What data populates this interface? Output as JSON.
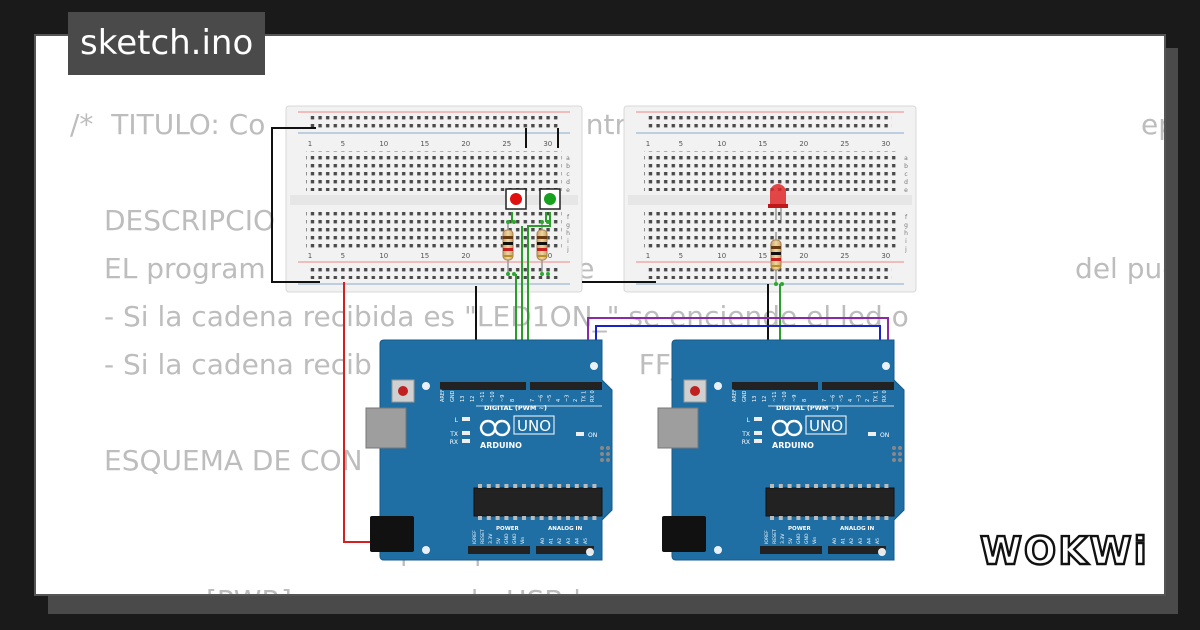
{
  "file_tab": {
    "name": "sketch.ino"
  },
  "code_lines": [
    "/*  TITULO: Co                                    ntre                                                        eptor_serie_RX",
    "DESCRIPCIO",
    "EL program                                 de                                                      del puerto ser",
    "- Si la cadena recibida es \"LED1ON_\" se enciende el led o",
    "- Si la cadena recib                              FF_\" s",
    "ESQUEMA DE CON",
    "+-----+",
    "[PWR]                    |   USB |"
  ],
  "breadboard_numbers": [
    "1",
    "5",
    "10",
    "15",
    "20",
    "25",
    "30"
  ],
  "breadboard_rows": [
    "a",
    "b",
    "c",
    "d",
    "e",
    "f",
    "g",
    "h",
    "i",
    "j"
  ],
  "arduino": {
    "model": "UNO",
    "brand": "ARDUINO",
    "digital_label": "DIGITAL (PWM ~)",
    "analog_label": "ANALOG IN",
    "power_label": "POWER",
    "led_labels": [
      "L",
      "TX",
      "RX",
      "ON"
    ],
    "top_pins": [
      "AREF",
      "GND",
      "13",
      "12",
      "~11",
      "~10",
      "~9",
      "8",
      "7",
      "~6",
      "~5",
      "4",
      "~3",
      "2",
      "TX 1",
      "RX 0"
    ],
    "power_pins": [
      "IOREF",
      "RESET",
      "3.3V",
      "5V",
      "GND",
      "GND",
      "Vin"
    ],
    "analog_pins": [
      "A0",
      "A1",
      "A2",
      "A3",
      "A4",
      "A5"
    ]
  },
  "brand": {
    "name": "WOKWi"
  },
  "colors": {
    "background": "#1a1a1a",
    "card": "#ffffff",
    "tab": "#4a4a4a",
    "code_text": "#bdbdbd",
    "board_blue": "#1f6fa4",
    "wire_green": "#2a9d2a",
    "wire_red": "#d42020",
    "wire_black": "#111111",
    "wire_purple": "#8a2aa8",
    "wire_blue": "#1a23c8"
  }
}
